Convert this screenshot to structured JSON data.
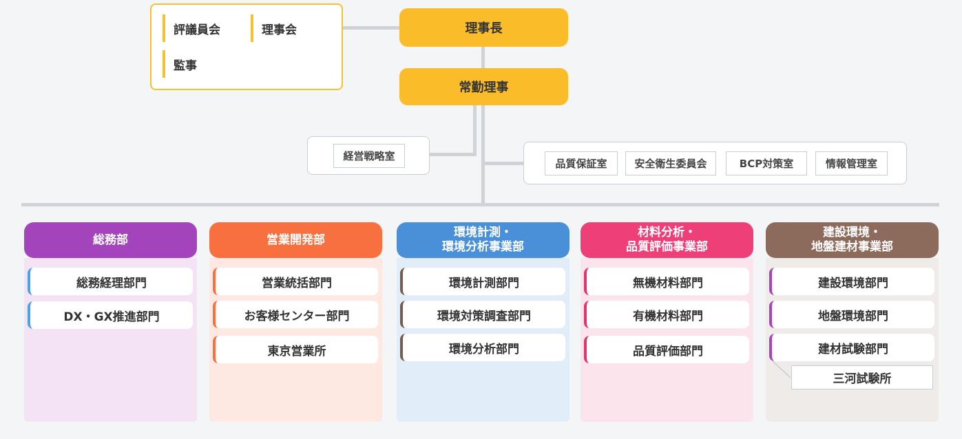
{
  "governance": {
    "items": [
      "評議員会",
      "理事会",
      "監事"
    ]
  },
  "executives": {
    "chairman": "理事長",
    "managing_director": "常勤理事"
  },
  "staff_office": "経営戦略室",
  "committees": [
    "品質保証室",
    "安全衛生委員会",
    "BCP対策室",
    "情報管理室"
  ],
  "colors": {
    "gov_accent": "#f5c22e",
    "exec": "#fbbc2a",
    "line": "#cfd2d6"
  },
  "departments": [
    {
      "name_line1": "総務部",
      "name_line2": "",
      "color": "#a444bd",
      "bg": "#f4e3f5",
      "accent": "#4aa3e8",
      "divisions": [
        "総務経理部門",
        "DX・GX推進部門"
      ]
    },
    {
      "name_line1": "営業開発部",
      "name_line2": "",
      "color": "#f87040",
      "bg": "#fde9e2",
      "accent": "#f87040",
      "divisions": [
        "営業統括部門",
        "お客様センター部門",
        "東京営業所"
      ]
    },
    {
      "name_line1": "環境計測・",
      "name_line2": "環境分析事業部",
      "color": "#4a90d9",
      "bg": "#e1edf8",
      "accent": "#7a5a4a",
      "divisions": [
        "環境計測部門",
        "環境対策調査部門",
        "環境分析部門"
      ]
    },
    {
      "name_line1": "材料分析・",
      "name_line2": "品質評価事業部",
      "color": "#ee3f78",
      "bg": "#fce4ec",
      "accent": "#e0356b",
      "divisions": [
        "無機材料部門",
        "有機材料部門",
        "品質評価部門"
      ]
    },
    {
      "name_line1": "建設環境・",
      "name_line2": "地盤建材事業部",
      "color": "#8c6a5c",
      "bg": "#efebe8",
      "accent": "#a444bd",
      "divisions": [
        "建設環境部門",
        "地盤環境部門",
        "建材試験部門"
      ],
      "sub_office": "三河試験所"
    }
  ]
}
